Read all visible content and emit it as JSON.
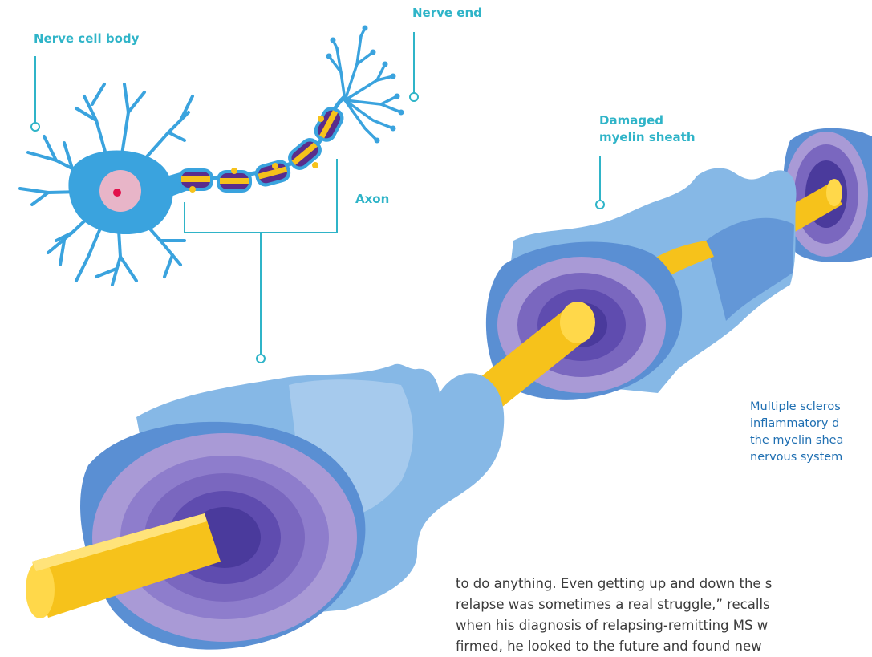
{
  "labels": {
    "nerve_cell_body": "Nerve cell body",
    "nerve_end": "Nerve end",
    "damaged_myelin_line1": "Damaged",
    "damaged_myelin_line2": "myelin sheath",
    "axon": "Axon"
  },
  "caption_lines": [
    "Multiple scleros",
    "inflammatory d",
    "the myelin shea",
    "nervous system"
  ],
  "body_lines": [
    "to do anything. Even getting up and down the s",
    "relapse was sometimes a real struggle,” recalls",
    "when his diagnosis of relapsing-remitting MS w",
    "firmed, he looked to the future and found new"
  ],
  "colors": {
    "label": "#2fb4c8",
    "caption": "#1f6fb2",
    "neuron": "#3aa3de",
    "nucleus": "#e8b5c8",
    "axon": "#f6c21b",
    "sheath_light": "#86b8e6",
    "sheath_dark": "#5a8fd3",
    "purple_outer": "#a99ad6",
    "purple_mid": "#7a67bf",
    "purple_inner": "#4a3a9c"
  }
}
